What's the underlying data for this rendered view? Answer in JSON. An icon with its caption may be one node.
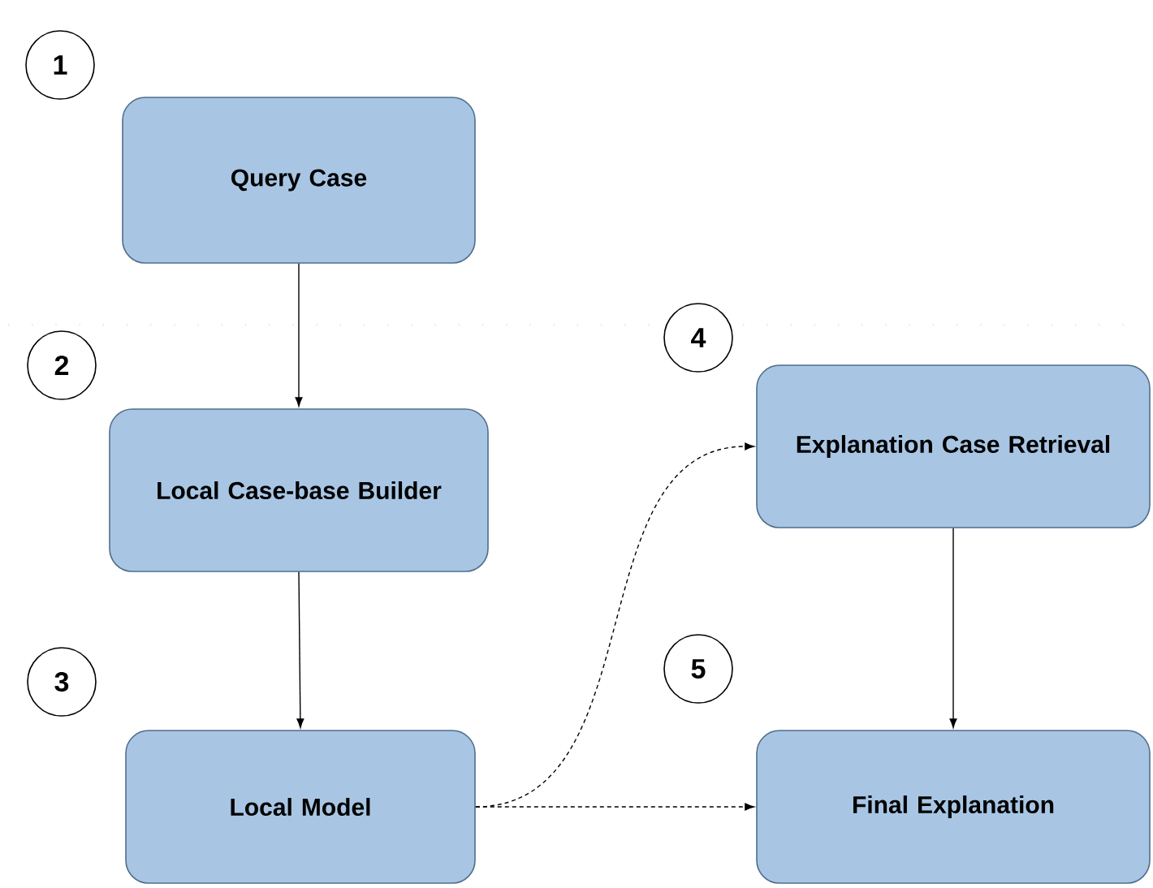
{
  "diagram": {
    "nodes": [
      {
        "text": [
          "1"
        ]
      },
      {
        "text": [
          "Query Case"
        ]
      },
      {
        "text": [
          "2"
        ]
      },
      {
        "text": [
          "Local Case-base Builder"
        ]
      },
      {
        "text": [
          "3"
        ]
      },
      {
        "text": [
          "Local Model"
        ]
      },
      {
        "text": [
          "4"
        ]
      },
      {
        "text": [
          "Explanation Case Retrieval"
        ]
      },
      {
        "text": [
          "5"
        ]
      },
      {
        "text": [
          "Final Explanation"
        ]
      }
    ],
    "edges": [
      {
        "from": 1,
        "to": 3,
        "arrow": "to"
      },
      {
        "from": 3,
        "to": 5,
        "arrow": "to"
      },
      {
        "from": 5,
        "to": 7,
        "arrow": "to",
        "style": "dashed"
      },
      {
        "from": 5,
        "to": 9,
        "arrow": "to",
        "style": "dashed"
      },
      {
        "from": 7,
        "to": 9,
        "arrow": "to"
      }
    ]
  }
}
